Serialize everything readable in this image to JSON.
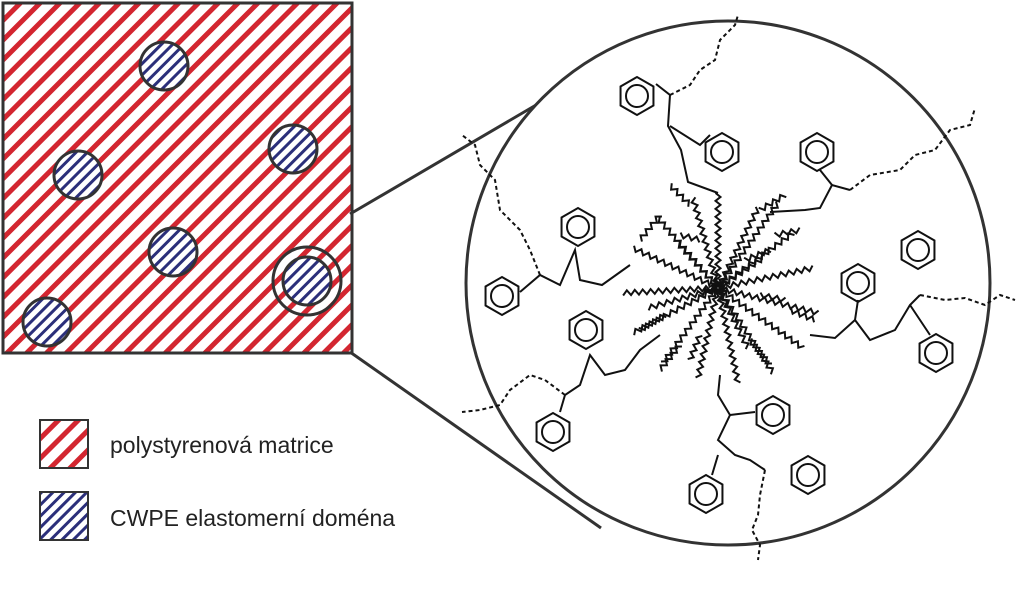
{
  "legend": {
    "matrix_label": "polystyrenová matrice",
    "domain_label": "CWPE elastomerní doména"
  },
  "colors": {
    "background": "#ffffff",
    "outline": "#333333",
    "matrix_hatch": "#d32630",
    "domain_hatch": "#2b2f7a",
    "domain_fill": "#ffffff",
    "chemistry": "#111111"
  },
  "icons": {
    "matrix_swatch": "red-diagonal-hatch",
    "domain_swatch": "blue-diagonal-hatch",
    "magnifier": "zoom-circle",
    "molecule": "star-branched-copolymer"
  }
}
